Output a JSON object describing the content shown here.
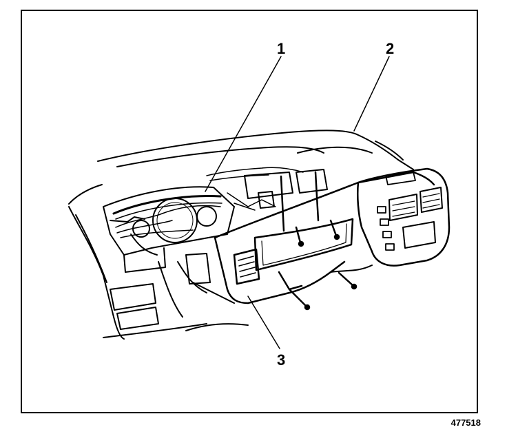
{
  "callouts": {
    "c1": "1",
    "c2": "2",
    "c3": "3"
  },
  "figure_number": "477518",
  "colors": {
    "ink": "#000000",
    "paper": "#ffffff"
  }
}
